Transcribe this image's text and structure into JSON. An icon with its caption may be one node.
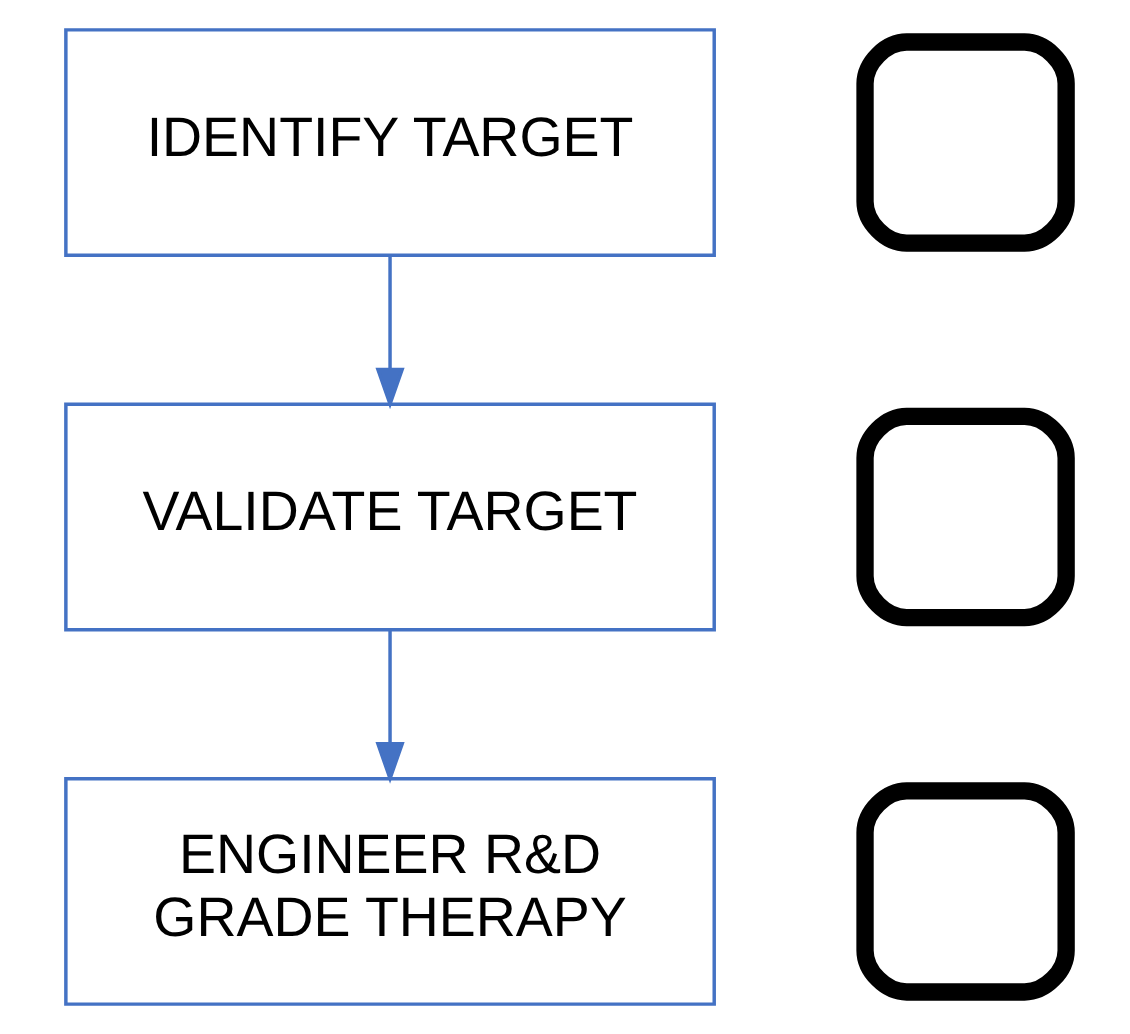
{
  "diagram": {
    "nodes": [
      {
        "text": [
          "IDENTIFY TARGET"
        ]
      },
      {
        "text": [],
        "shape": "box"
      },
      {
        "text": [
          "VALIDATE TARGET"
        ]
      },
      {
        "text": [],
        "shape": "box"
      },
      {
        "text": [
          "ENGINEER R&D GRADE THERAPY"
        ]
      },
      {
        "text": [],
        "shape": "box"
      }
    ],
    "edges": [
      {
        "from": 0,
        "to": 2,
        "arrow": "to"
      },
      {
        "from": 2,
        "to": 4,
        "arrow": "to"
      }
    ]
  }
}
